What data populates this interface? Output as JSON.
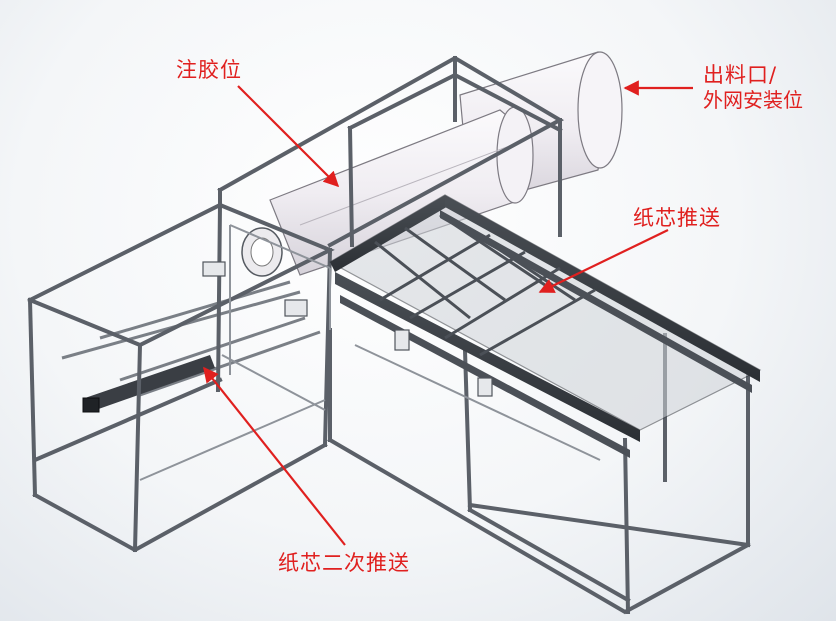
{
  "labels": {
    "glue_position": "注胶位",
    "outlet_line1": "出料口/",
    "outlet_line2": "外网安装位",
    "core_push": "纸芯推送",
    "core_second_push": "纸芯二次推送"
  },
  "colors": {
    "annotation": "#e0201f",
    "frame_edge": "#5b6068",
    "frame_face": "#e9ebee",
    "cylinder": "#f1eef2"
  }
}
